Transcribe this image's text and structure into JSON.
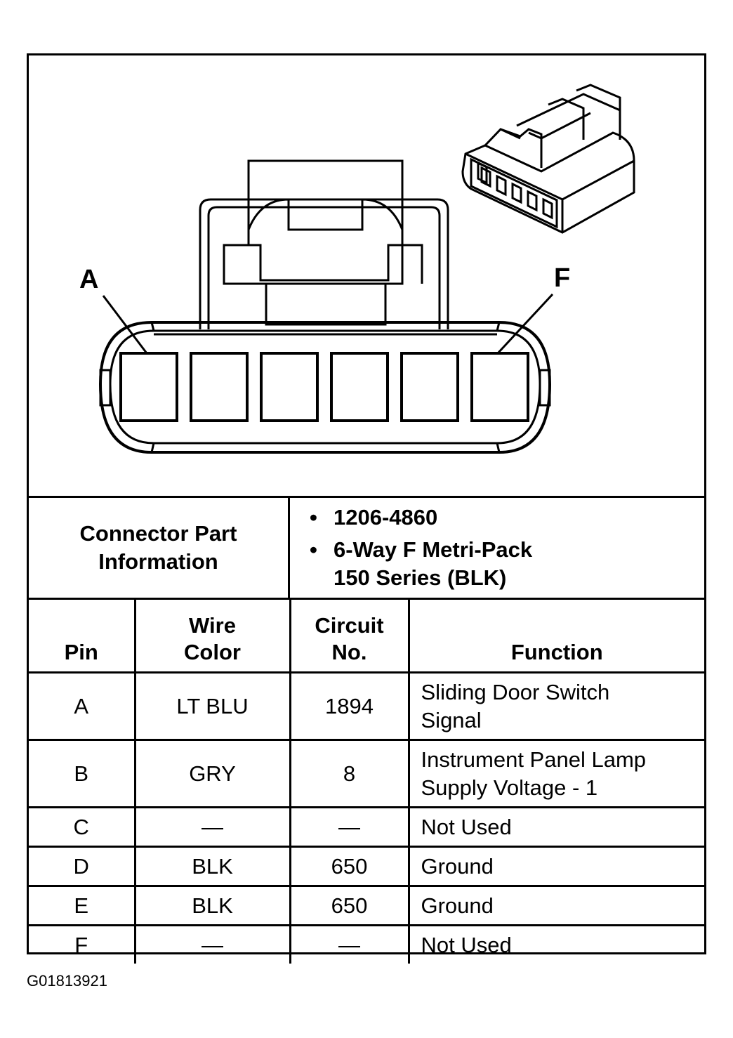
{
  "callouts": {
    "left": "A",
    "right": "F"
  },
  "connector_info": {
    "label_line1": "Connector Part",
    "label_line2": "Information",
    "part_number": "1206-4860",
    "description_line1": "6-Way F Metri-Pack",
    "description_line2": "150 Series (BLK)"
  },
  "pin_table": {
    "headers": {
      "pin": "Pin",
      "wire_line1": "Wire",
      "wire_line2": "Color",
      "circuit_line1": "Circuit",
      "circuit_line2": "No.",
      "function": "Function"
    },
    "rows": [
      {
        "pin": "A",
        "wire": "LT BLU",
        "circuit": "1894",
        "function_line1": "Sliding Door Switch",
        "function_line2": "Signal"
      },
      {
        "pin": "B",
        "wire": "GRY",
        "circuit": "8",
        "function_line1": "Instrument Panel Lamp",
        "function_line2": "Supply Voltage - 1"
      },
      {
        "pin": "C",
        "wire": "—",
        "circuit": "—",
        "function_line1": "Not Used"
      },
      {
        "pin": "D",
        "wire": "BLK",
        "circuit": "650",
        "function_line1": "Ground"
      },
      {
        "pin": "E",
        "wire": "BLK",
        "circuit": "650",
        "function_line1": "Ground"
      },
      {
        "pin": "F",
        "wire": "—",
        "circuit": "—",
        "function_line1": "Not Used"
      }
    ]
  },
  "figure_code": "G01813921"
}
